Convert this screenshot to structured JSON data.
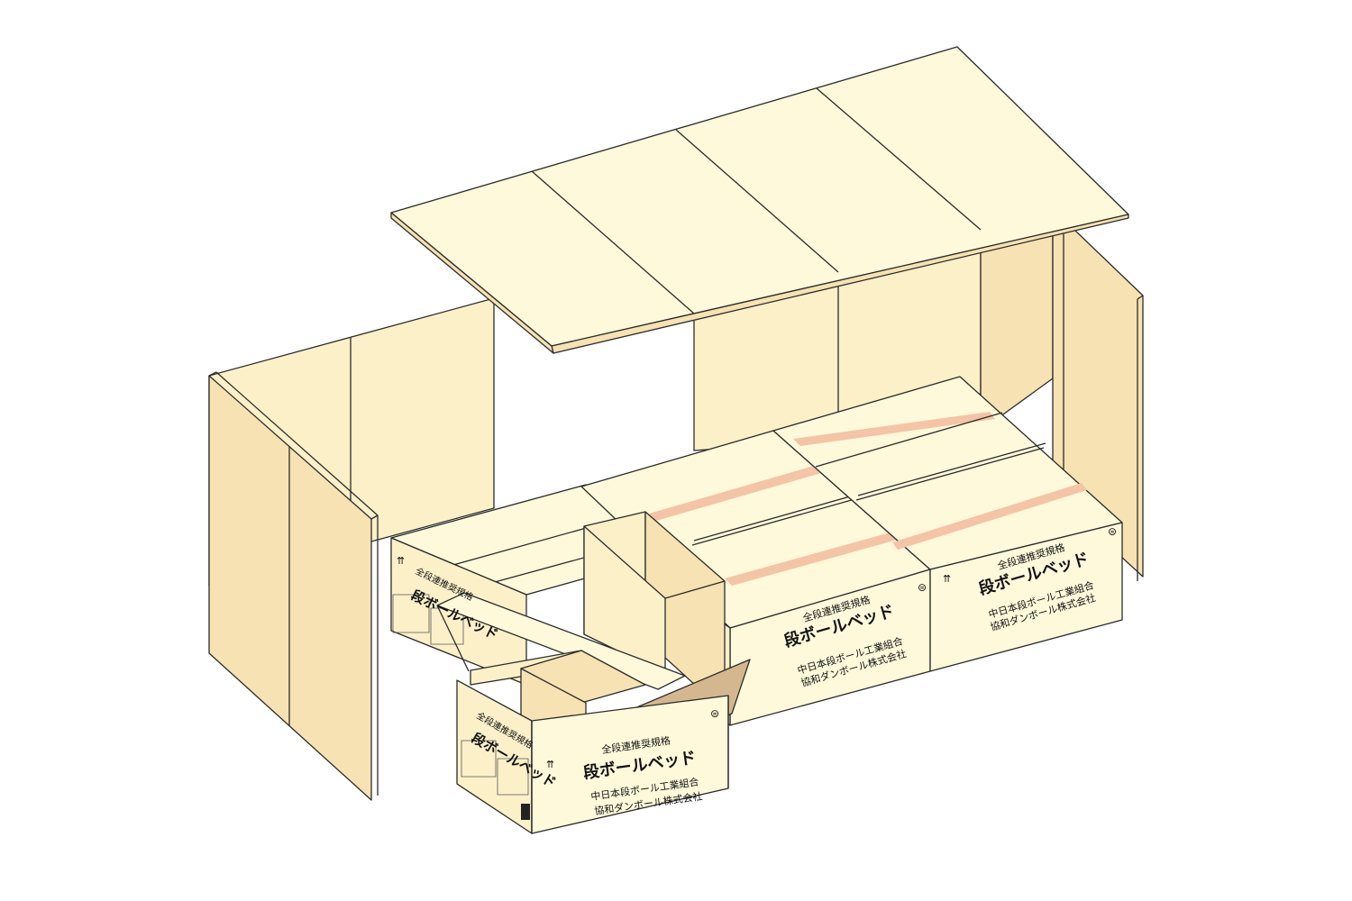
{
  "colors": {
    "face_light": "#FEF9DA",
    "face_mid": "#FBF0C8",
    "face_dark": "#F6E2B2",
    "inner_flap": "#D4B78E",
    "tape": "#F4C4A6",
    "edge": "#2B2B2B"
  },
  "box_print": {
    "standard": "全段連推奨規格",
    "product": "段ボールベッド",
    "association": "中日本段ボール工業組合",
    "company": "協和ダンボール株式会社"
  },
  "icons": {
    "this_side_up": "two-arrows-up-icon",
    "recycle_mark": "recycle-mark-icon",
    "qr_code": "qr-code-icon"
  }
}
